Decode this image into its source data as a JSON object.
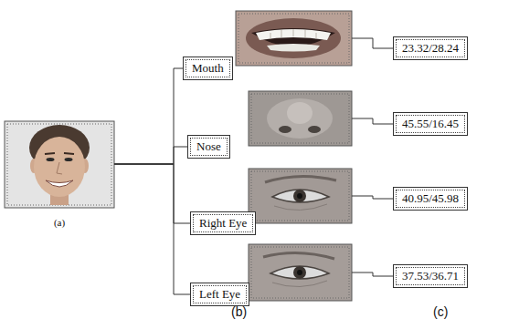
{
  "diagram": {
    "nodes": [
      {
        "text": [
          "(a)"
        ]
      },
      {
        "text": [
          "Mouth"
        ]
      },
      {
        "text": [
          "23.32/28.24"
        ]
      },
      {
        "text": [
          "Nose"
        ]
      },
      {
        "text": [
          "45.55/16.45"
        ]
      },
      {
        "text": [
          "Right Eye"
        ]
      },
      {
        "text": [
          "40.95/45.98"
        ]
      },
      {
        "text": [
          "Left Eye"
        ]
      },
      {
        "text": [
          "37.53/36.71"
        ]
      }
    ],
    "edges": [
      {
        "from": 0,
        "to": 1,
        "arrow": "none"
      },
      {
        "from": 0,
        "to": 3,
        "arrow": "none"
      },
      {
        "from": 0,
        "to": 5,
        "arrow": "none"
      },
      {
        "from": 0,
        "to": 7,
        "arrow": "none"
      },
      {
        "from": 1,
        "to": 2,
        "arrow": "none"
      },
      {
        "from": 3,
        "to": 4,
        "arrow": "none"
      },
      {
        "from": 5,
        "to": 6,
        "arrow": "none"
      },
      {
        "from": 7,
        "to": 8,
        "arrow": "none"
      }
    ],
    "labels": [
      "(b)",
      "(c)"
    ]
  }
}
